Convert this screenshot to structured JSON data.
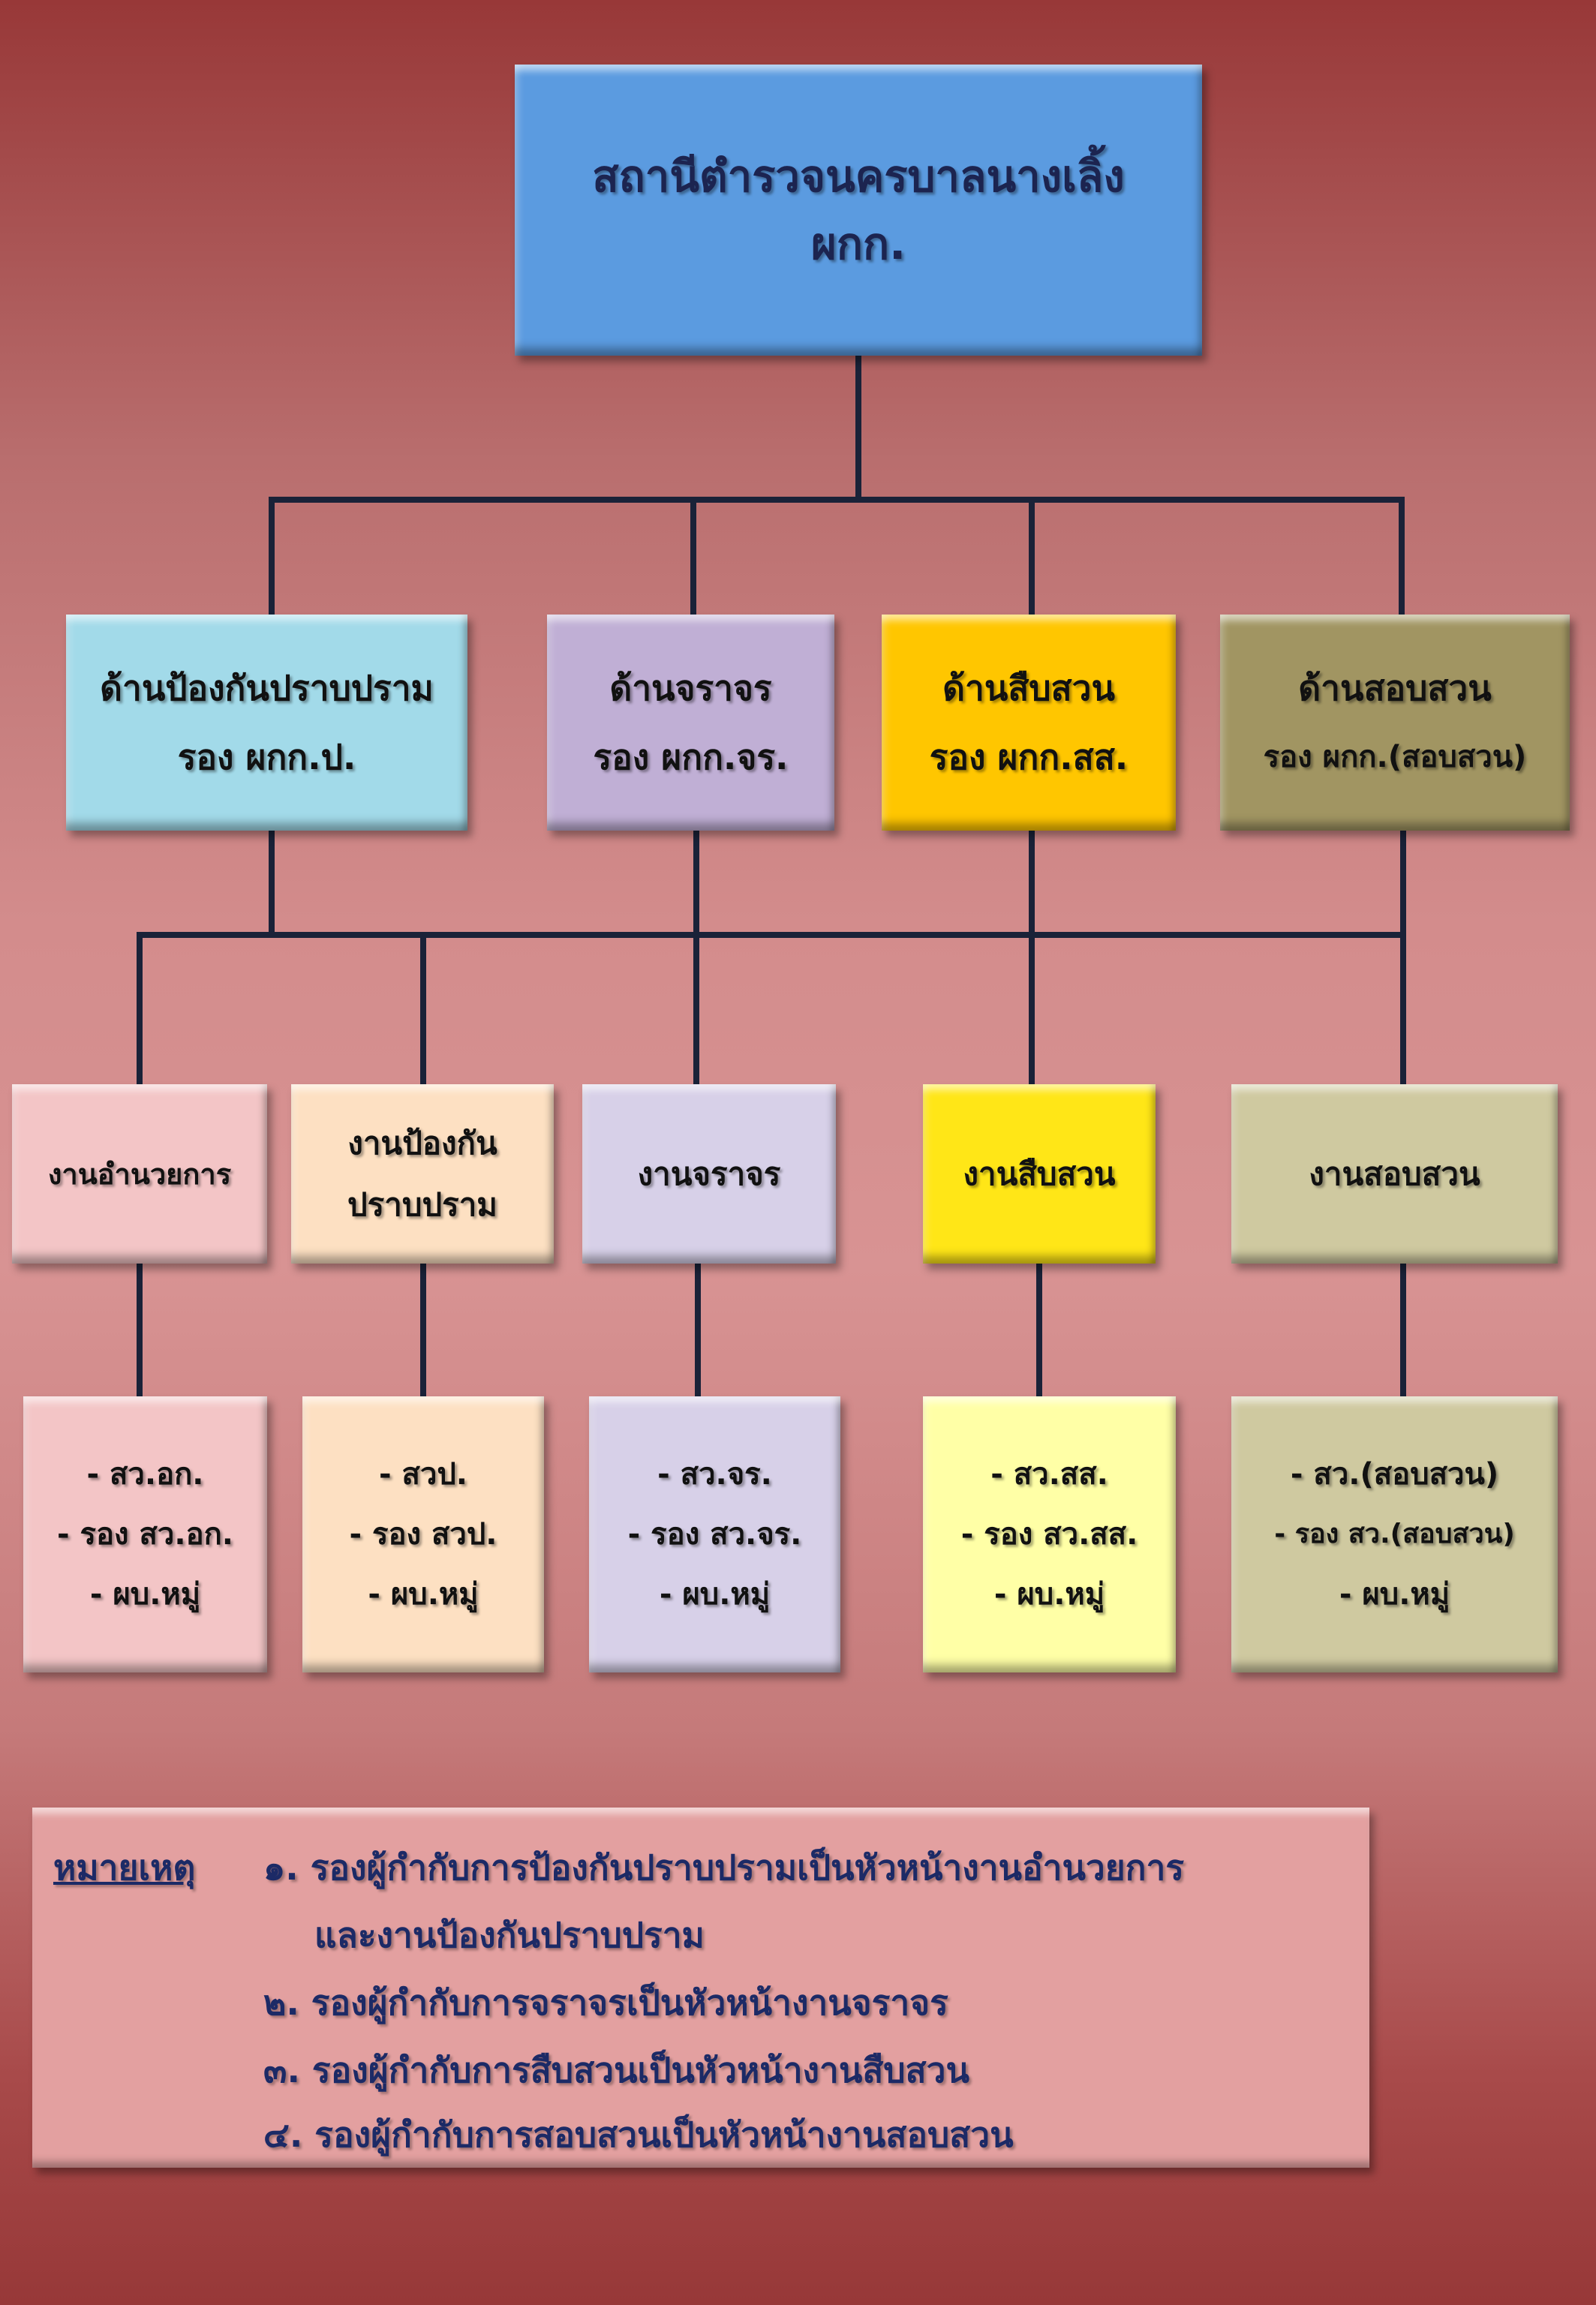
{
  "root": {
    "line1": "สถานีตำรวจนครบาลนางเลิ้ง",
    "line2": "ผกก.",
    "color": "#5b9be0"
  },
  "divisions": [
    {
      "line1": "ด้านป้องกันปราบปราม",
      "line2": "รอง ผกก.ป.",
      "color": "#a2dae9"
    },
    {
      "line1": "ด้านจราจร",
      "line2": "รอง ผกก.จร.",
      "color": "#c0afd5"
    },
    {
      "line1": "ด้านสืบสวน",
      "line2": "รอง ผกก.สส.",
      "color": "#ffc600"
    },
    {
      "line1": "ด้านสอบสวน",
      "line2": "รอง ผกก.(สอบสวน)",
      "color": "#a19562"
    }
  ],
  "units": [
    {
      "line1": "งานอำนวยการ",
      "line2": "",
      "color": "#f3c5c6"
    },
    {
      "line1": "งานป้องกัน",
      "line2": "ปราบปราม",
      "color": "#fde0c2"
    },
    {
      "line1": "งานจราจร",
      "line2": "",
      "color": "#d7d0e8"
    },
    {
      "line1": "งานสืบสวน",
      "line2": "",
      "color": "#ffe617"
    },
    {
      "line1": "งานสอบสวน",
      "line2": "",
      "color": "#cfc9a0"
    }
  ],
  "staff": [
    {
      "lines": [
        "- สว.อก.",
        "- รอง สว.อก.",
        "- ผบ.หมู่"
      ],
      "color": "#f3c5c6"
    },
    {
      "lines": [
        "- สวป.",
        "- รอง สวป.",
        "- ผบ.หมู่"
      ],
      "color": "#fde0c2"
    },
    {
      "lines": [
        "- สว.จร.",
        "- รอง สว.จร.",
        "- ผบ.หมู่"
      ],
      "color": "#d7d0e8"
    },
    {
      "lines": [
        "- สว.สส.",
        "- รอง สว.สส.",
        "- ผบ.หมู่"
      ],
      "color": "#ffffa6"
    },
    {
      "lines": [
        "- สว.(สอบสวน)",
        "- รอง สว.(สอบสวน)",
        "- ผบ.หมู่"
      ],
      "color": "#cfc9a0"
    }
  ],
  "notes": {
    "label": "หมายเหตุ",
    "items": [
      "๑. รองผู้กำกับการป้องกันปราบปรามเป็นหัวหน้างานอำนวยการ",
      "และงานป้องกันปราบปราม",
      "๒. รองผู้กำกับการจราจรเป็นหัวหน้างานจราจร",
      "๓. รองผู้กำกับการสืบสวนเป็นหัวหน้างานสืบสวน",
      "๔. รองผู้กำกับการสอบสวนเป็นหัวหน้างานสอบสวน"
    ]
  }
}
